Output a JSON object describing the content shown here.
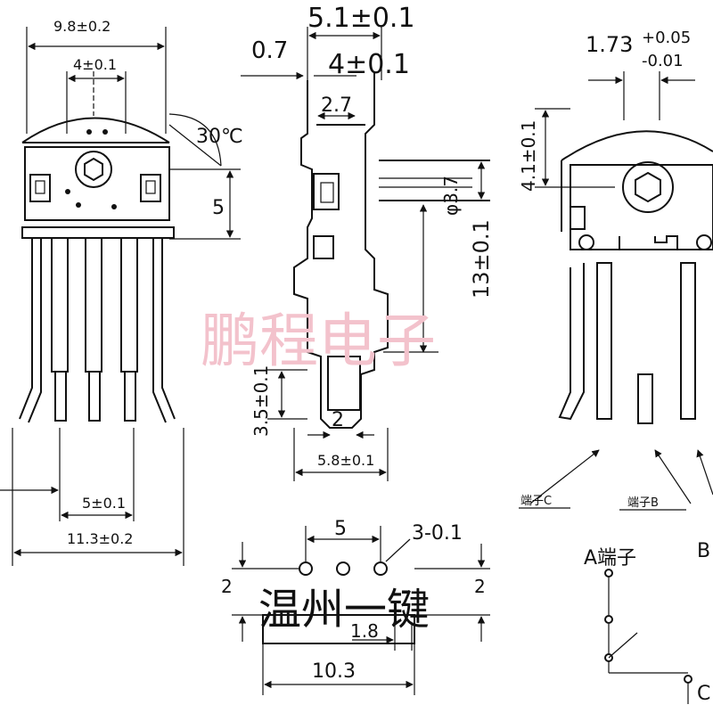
{
  "labels": {
    "front_width": "9.8±0.2",
    "front_pitch": "4±0.1",
    "angle": "30℃",
    "front_height": "5",
    "pin_pitch": "5±0.1",
    "pin_span": "11.3±0.2",
    "side_width": "5.1±0.1",
    "side_plate": "0.7",
    "side_pitch": "4±0.1",
    "side_gap": "2.7",
    "shaft_height": "13±0.1",
    "tab_height": "3.5±0.1",
    "tab_width": "2",
    "base_width": "5.8±0.1",
    "shaft_dia": "φ3.7",
    "shaft_flat": "1.73",
    "tol_plus": "+0.05",
    "tol_minus": "-0.01",
    "back_height": "4.1±0.1",
    "terminal_c": "端子C",
    "terminal_b": "端子B",
    "switch_a": "A端子",
    "switch_b": "B",
    "switch_c": "C",
    "hole_pitch": "5",
    "hole_dia": "3-0.1",
    "hole_offset": "2",
    "slot_width": "1.8",
    "footprint_width": "10.3"
  },
  "watermarks": {
    "top": "鹏程电子",
    "bottom": "温州一键"
  }
}
